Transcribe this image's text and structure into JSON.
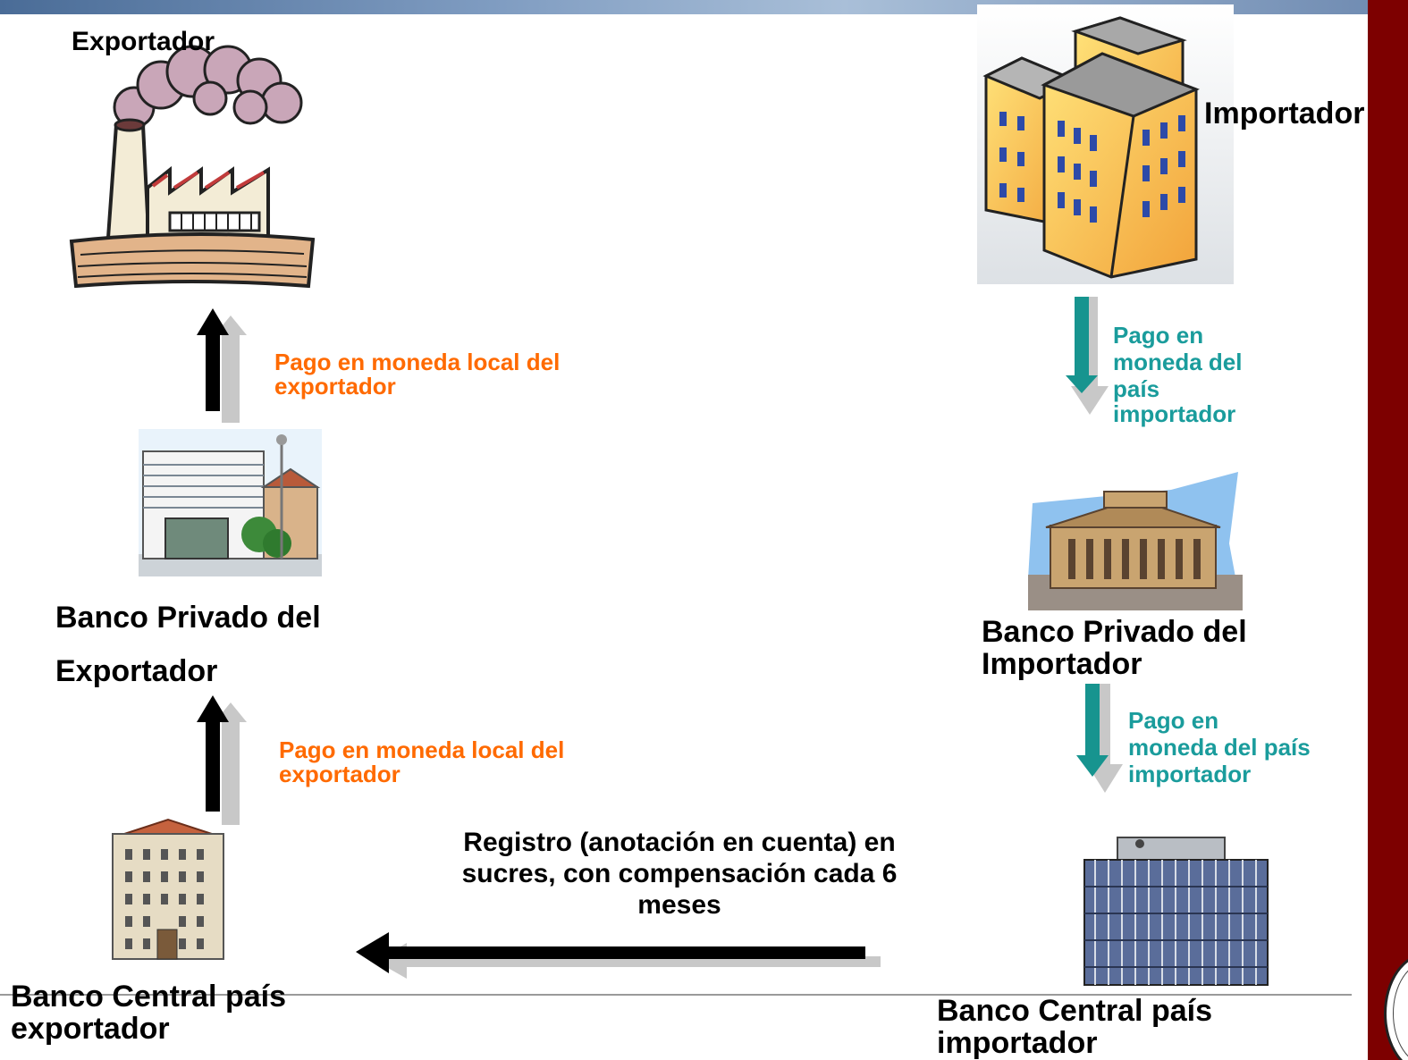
{
  "exporter": {
    "label": "Exportador"
  },
  "importer": {
    "label": "Importador"
  },
  "private_bank_exporter": {
    "line1": "Banco Privado del",
    "line2": "Exportador"
  },
  "private_bank_importer": {
    "line1": "Banco Privado del",
    "line2": "Importador"
  },
  "central_bank_exporter": {
    "line1": "Banco Central país",
    "line2": "exportador"
  },
  "central_bank_importer": {
    "line1": "Banco Central país",
    "line2": "importador"
  },
  "payments": {
    "exporter_upper": {
      "line1": "Pago en moneda local del",
      "line2": "exportador"
    },
    "exporter_lower": {
      "line1": "Pago en moneda local del",
      "line2": "exportador"
    },
    "importer_upper": {
      "line1": "Pago en",
      "line2": "moneda del",
      "line3": "país",
      "line4": "importador"
    },
    "importer_lower": {
      "line1": "Pago en",
      "line2": "moneda del país",
      "line3": "importador"
    }
  },
  "registry": {
    "line1": "Registro (anotación en cuenta) en",
    "line2": "sucres, con compensación cada 6",
    "line3": "meses"
  },
  "colors": {
    "orange_text": "#ff6a00",
    "teal_text": "#1a9c9c",
    "teal_arrow": "#17948f",
    "black_arrow": "#000000",
    "gray_arrow": "#c8c8c8",
    "side_bar": "#7d0000"
  }
}
